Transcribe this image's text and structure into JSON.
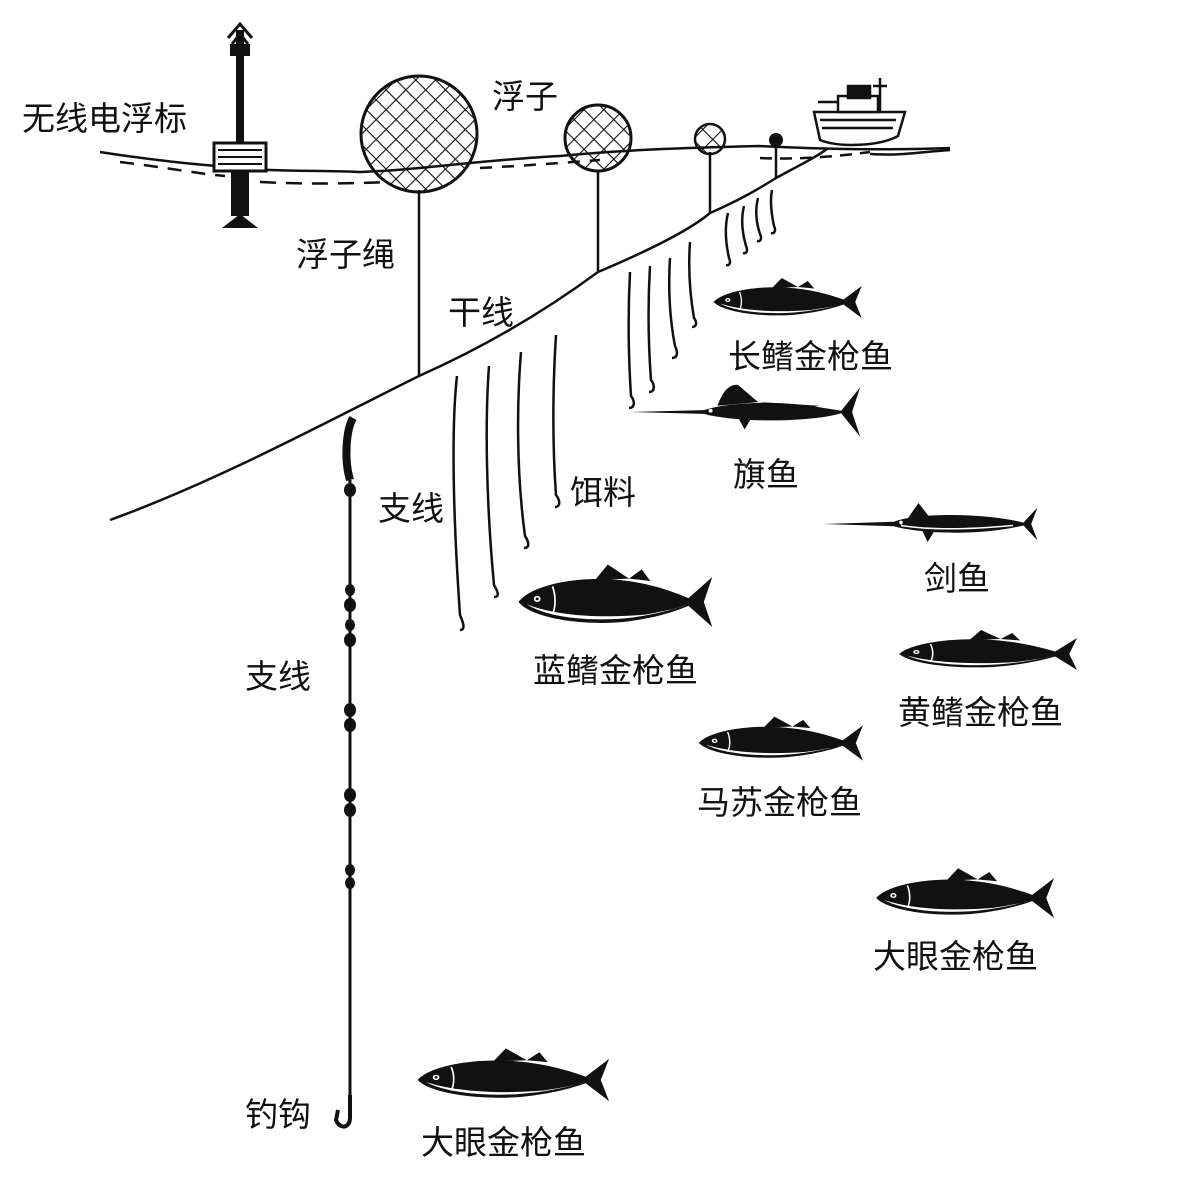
{
  "labels": {
    "radio_buoy": "无线电浮标",
    "float": "浮子",
    "float_line": "浮子绳",
    "main_line": "干线",
    "branch_line_short": "支线",
    "bait": "饵料",
    "branch_line_long": "支线",
    "hook": "钓钩"
  },
  "fish": [
    {
      "name": "长鳍金枪鱼",
      "icon": "albacore-tuna-icon"
    },
    {
      "name": "旗鱼",
      "icon": "sailfish-icon"
    },
    {
      "name": "剑鱼",
      "icon": "swordfish-icon"
    },
    {
      "name": "蓝鳍金枪鱼",
      "icon": "bluefin-tuna-icon"
    },
    {
      "name": "黄鳍金枪鱼",
      "icon": "yellowfin-tuna-icon"
    },
    {
      "name": "马苏金枪鱼",
      "icon": "southern-bluefin-tuna-icon"
    },
    {
      "name": "大眼金枪鱼",
      "icon": "bigeye-tuna-icon"
    },
    {
      "name": "大眼金枪鱼",
      "icon": "bigeye-tuna-icon"
    }
  ],
  "icons": [
    "radio-buoy-icon",
    "float-icon",
    "fishing-vessel-icon",
    "hook-icon"
  ],
  "colors": {
    "ink": "#111111",
    "background": "#ffffff"
  }
}
